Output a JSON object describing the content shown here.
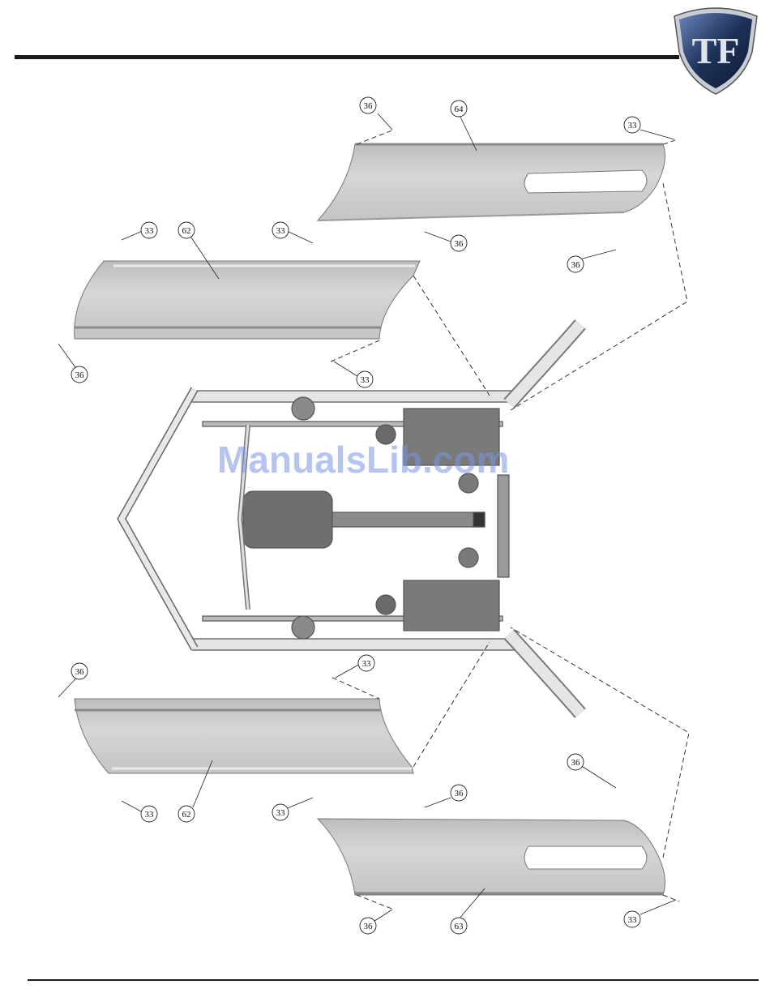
{
  "brand": {
    "logo_text": "TF",
    "logo_icon": "shield-logo-icon"
  },
  "watermark": "ManualsLib.com",
  "callouts": [
    "36",
    "64",
    "33",
    "33",
    "62",
    "36",
    "33",
    "36",
    "36",
    "33",
    "36",
    "33",
    "62",
    "33",
    "36",
    "36",
    "33",
    "36",
    "63",
    "33"
  ],
  "colors": {
    "rule": "#1a1a1a",
    "panel_fill": "#d9d9d9",
    "panel_edge": "#9a9a9a",
    "watermark": "#7896e1",
    "logo_navy": "#1d3158"
  }
}
